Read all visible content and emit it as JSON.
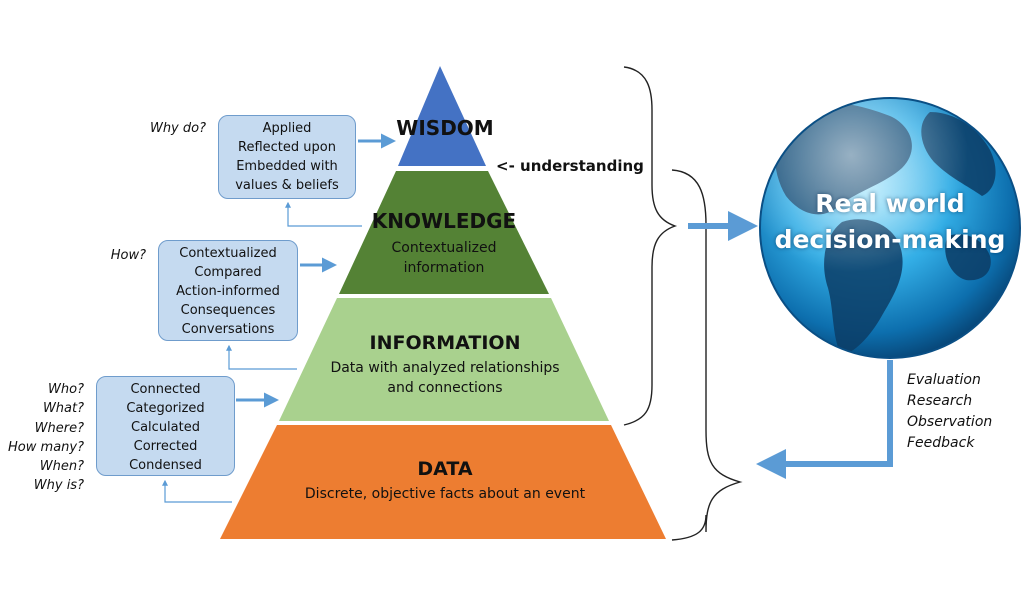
{
  "pyramid": {
    "wisdom": {
      "title": "WISDOM",
      "color": "#4472c4"
    },
    "knowledge": {
      "title": "KNOWLEDGE",
      "description": [
        "Contextualized",
        "information"
      ],
      "color": "#548235"
    },
    "information": {
      "title": "INFORMATION",
      "description": [
        "Data with analyzed relationships",
        "and connections"
      ],
      "color": "#a9d18e"
    },
    "data": {
      "title": "DATA",
      "description": "Discrete, objective facts about an event",
      "color": "#ed7d31"
    }
  },
  "understanding_label": "<- understanding",
  "side_boxes": {
    "wisdom": {
      "question": "Why do?",
      "lines": [
        "Applied",
        "Reflected upon",
        "Embedded  with",
        "values & beliefs"
      ]
    },
    "knowledge": {
      "question": "How?",
      "lines": [
        "Contextualized",
        "Compared",
        "Action-informed",
        "Consequences",
        "Conversations"
      ]
    },
    "data": {
      "questions": [
        "Who?",
        "What?",
        "Where?",
        "How many?",
        "When?",
        "Why is?"
      ],
      "lines": [
        "Connected",
        "Categorized",
        "Calculated",
        "Corrected",
        "Condensed"
      ]
    }
  },
  "globe": {
    "lines": [
      "Real world",
      "decision-making"
    ]
  },
  "feedback": {
    "lines": [
      "Evaluation",
      "Research",
      "Observation",
      "Feedback"
    ]
  },
  "colors": {
    "arrow": "#5b9bd5",
    "box_fill": "#c5daf0",
    "box_border": "#6f9ccc",
    "bracket": "#222222"
  }
}
